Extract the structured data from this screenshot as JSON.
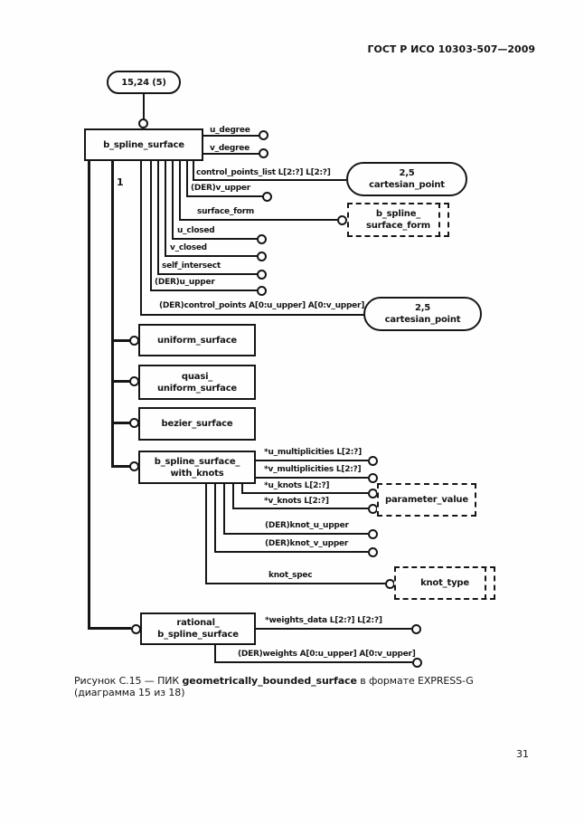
{
  "page": {
    "header": "ГОСТ Р ИСО 10303-507—2009",
    "page_number": "31",
    "caption": {
      "prefix": "Рисунок С.15 — ПИК ",
      "entity": "geometrically_bounded_surface",
      "suffix": " в формате EXPRESS-G (диаграмма 15 из 18)"
    }
  },
  "diagram": {
    "page_ref_top": "15,24 (5)",
    "oneof_marker": "1",
    "entities": {
      "b_spline_surface": "b_spline_surface",
      "uniform_surface": "uniform_surface",
      "quasi_uniform_surface": "quasi_\nuniform_surface",
      "bezier_surface": "bezier_surface",
      "b_spline_surface_with_knots": "b_spline_surface_\nwith_knots",
      "rational_b_spline_surface": "rational_\nb_spline_surface"
    },
    "type_refs": {
      "cartesian_point_1": "2,5\ncartesian_point",
      "cartesian_point_2": "2,5\ncartesian_point",
      "b_spline_surface_form": "b_spline_\nsurface_form",
      "parameter_value": "parameter_value",
      "knot_type": "knot_type"
    },
    "labels": {
      "u_degree": "u_degree",
      "v_degree": "v_degree",
      "control_points_list": "control_points_list L[2:?] L[2:?]",
      "der_v_upper": "(DER)v_upper",
      "surface_form": "surface_form",
      "u_closed": "u_closed",
      "v_closed": "v_closed",
      "self_intersect": "self_intersect",
      "der_u_upper": "(DER)u_upper",
      "der_control_points": "(DER)control_points A[0:u_upper] A[0:v_upper]",
      "u_multiplicities": "*u_multiplicities L[2:?]",
      "v_multiplicities": "*v_multiplicities L[2:?]",
      "u_knots": "*u_knots L[2:?]",
      "v_knots": "*v_knots L[2:?]",
      "der_knot_u_upper": "(DER)knot_u_upper",
      "der_knot_v_upper": "(DER)knot_v_upper",
      "knot_spec": "knot_spec",
      "weights_data": "*weights_data L[2:?] L[2:?]",
      "der_weights": "(DER)weights A[0:u_upper] A[0:v_upper]"
    }
  }
}
